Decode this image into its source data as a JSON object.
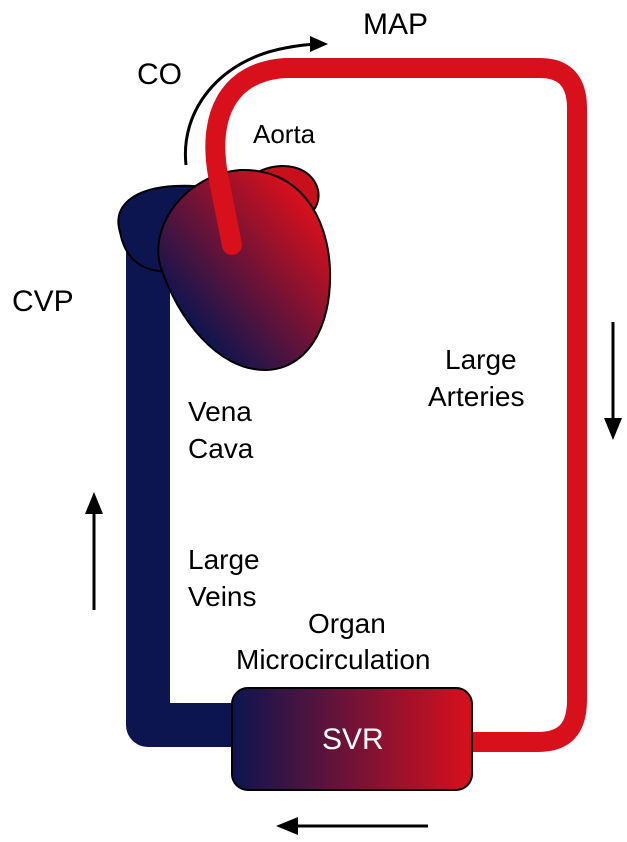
{
  "labels": {
    "co": "CO",
    "map": "MAP",
    "aorta": "Aorta",
    "cvp": "CVP",
    "vena_cava_line1": "Vena",
    "vena_cava_line2": "Cava",
    "large_arteries_line1": "Large",
    "large_arteries_line2": "Arteries",
    "large_veins_line1": "Large",
    "large_veins_line2": "Veins",
    "organ_line1": "Organ",
    "organ_line2": "Microcirculation",
    "svr": "SVR"
  },
  "colors": {
    "venous": "#0c1550",
    "arterial": "#d8101c",
    "arrow": "#000000",
    "svr_text": "#ffffff"
  }
}
